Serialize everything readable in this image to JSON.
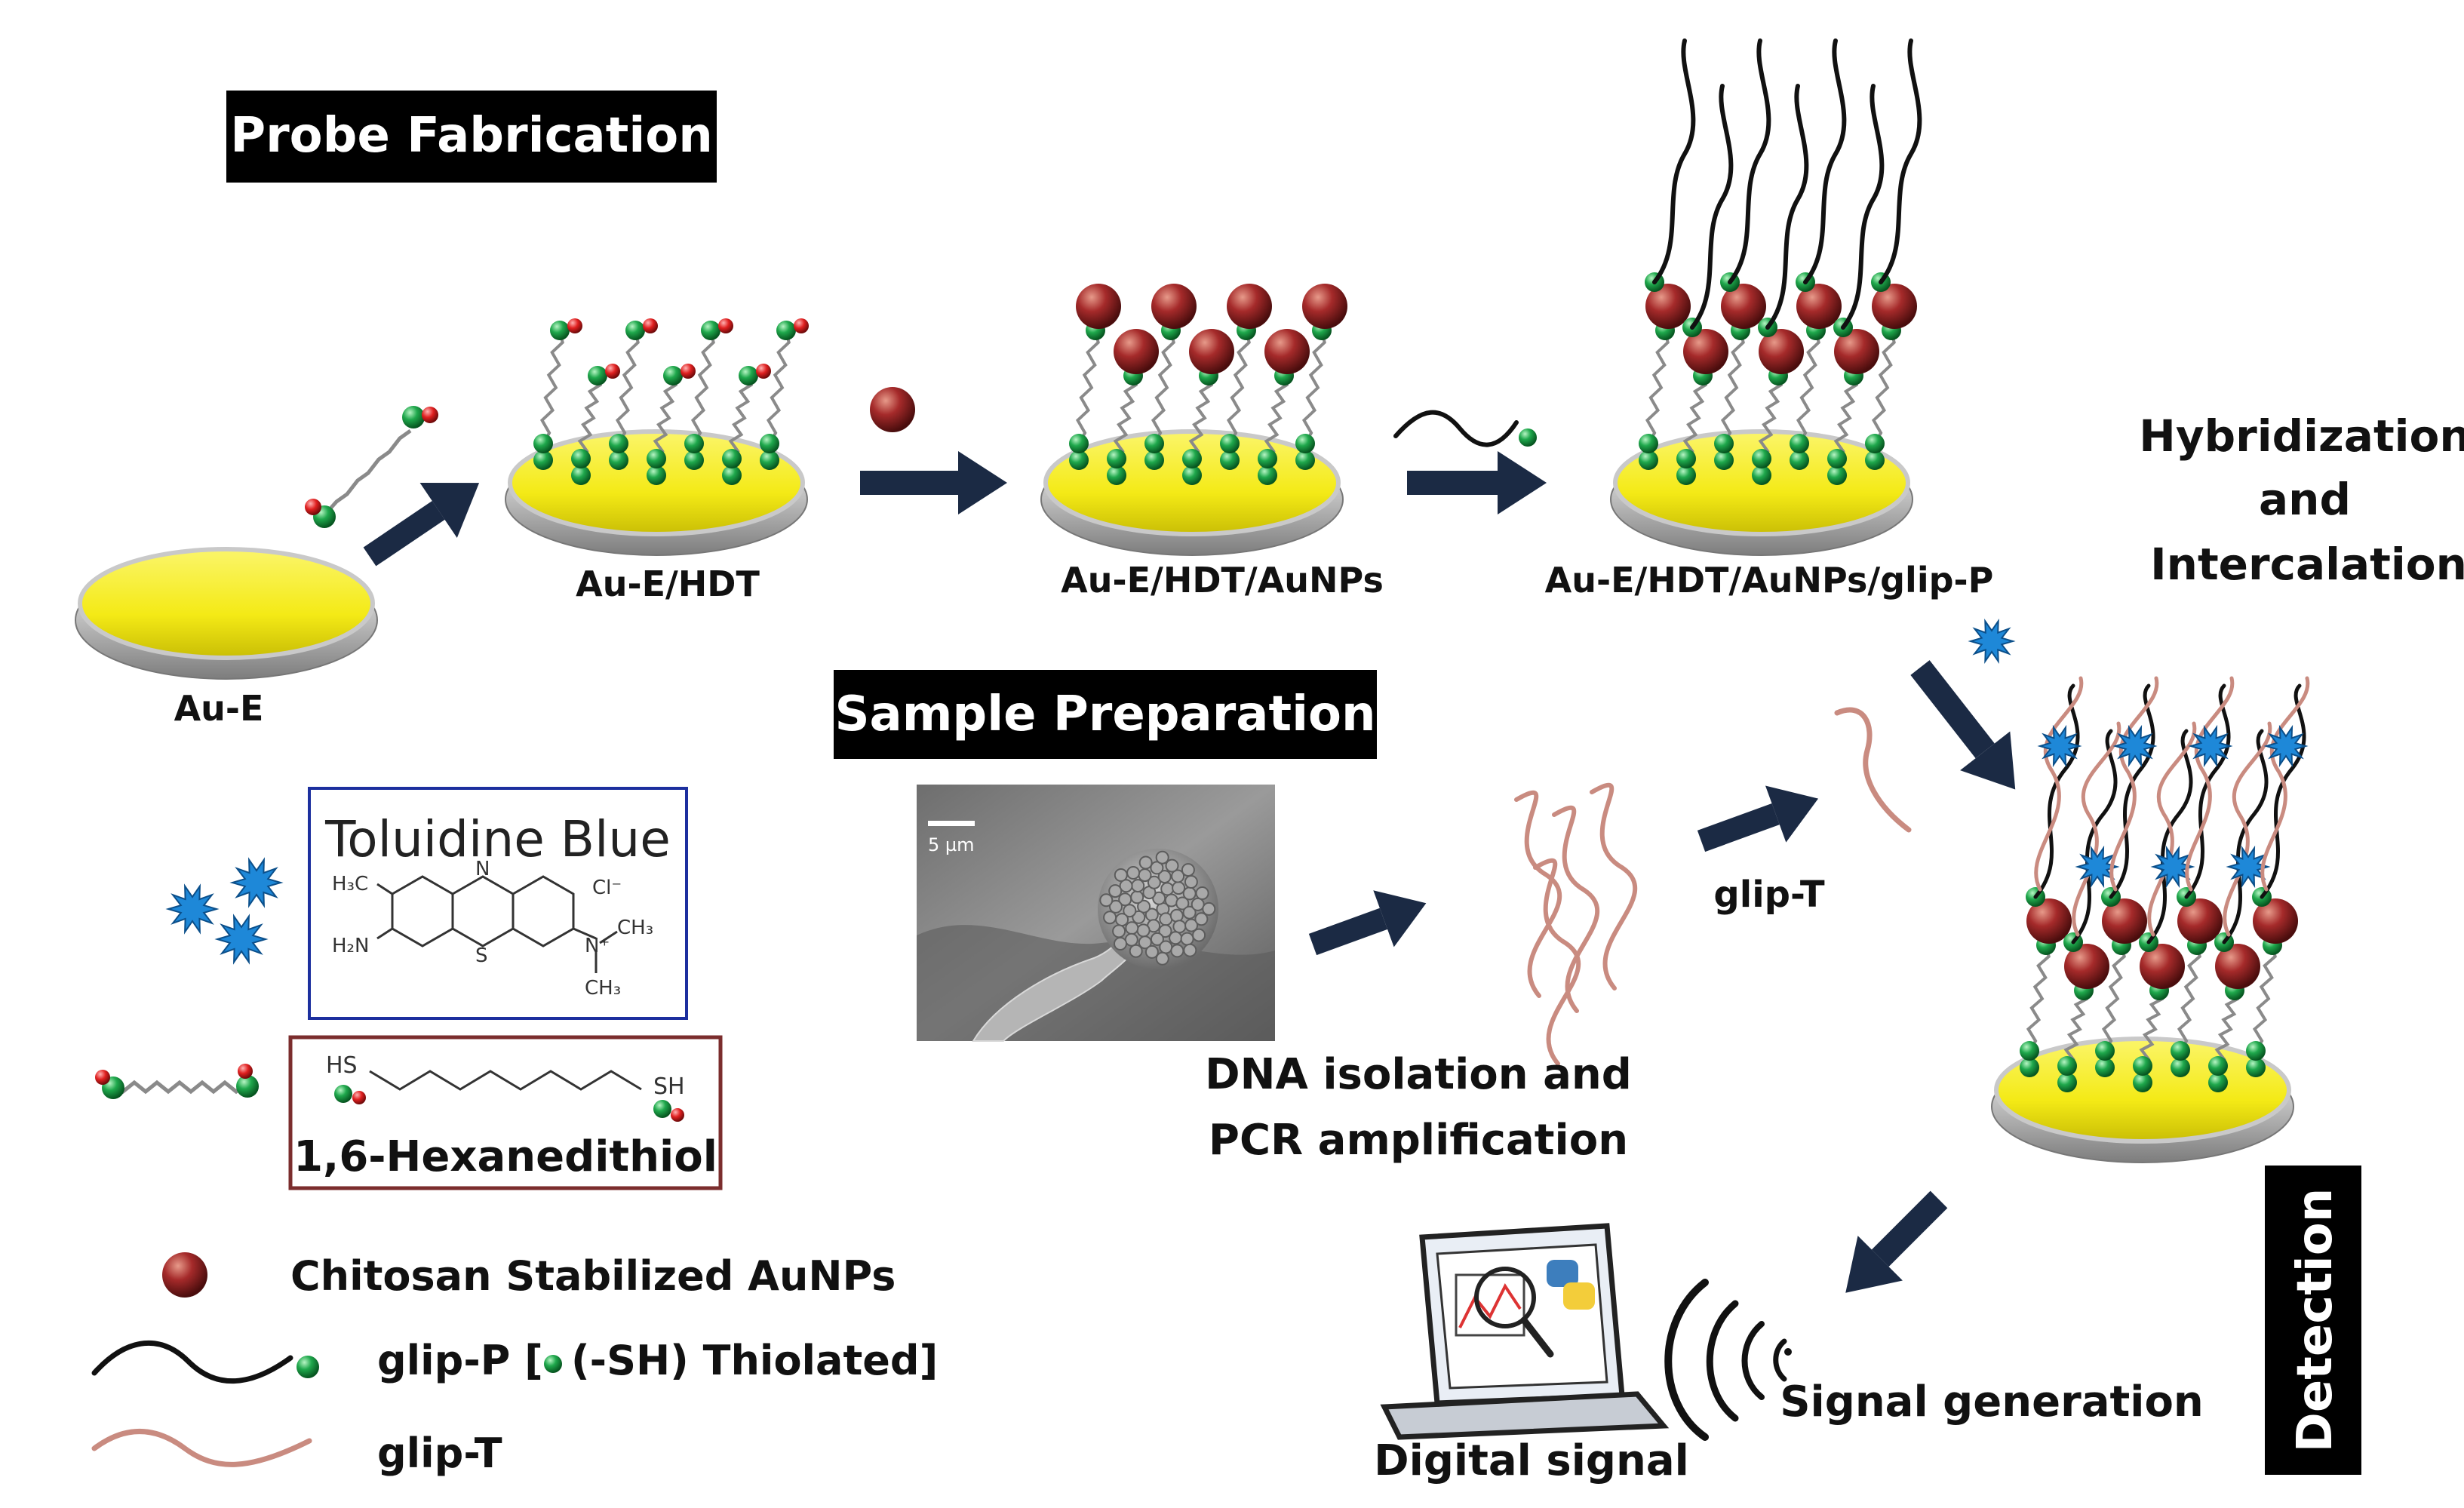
{
  "headers": {
    "probe": "Probe Fabrication",
    "sample": "Sample Preparation",
    "detection": "Detection"
  },
  "stages": {
    "aue": "Au-E",
    "hdt": "Au-E/HDT",
    "aunps": "Au-E/HDT/AuNPs",
    "glip": "Au-E/HDT/AuNPs/glip-P"
  },
  "hybridization": {
    "line1": "Hybridization",
    "line2": "and",
    "line3": "Intercalation"
  },
  "toluidine": {
    "title": "Toluidine Blue",
    "h3c": "H₃C",
    "h2n": "H₂N",
    "n": "N",
    "s": "S",
    "cl": "Cl⁻",
    "nplus": "N⁺",
    "ch3a": "CH₃",
    "ch3b": "CH₃"
  },
  "hdt": {
    "label": "1,6-Hexanedithiol",
    "hs": "HS",
    "sh": "SH"
  },
  "legend": {
    "aunp": "Chitosan Stabilized AuNPs",
    "glipp_pre": "glip-P [",
    "glipp_post": "(-SH) Thiolated]",
    "glipt": "glip-T"
  },
  "sem": {
    "scale": "5 µm"
  },
  "process": {
    "dna1": "DNA isolation and",
    "dna2": "PCR amplification",
    "glipt": "glip-T",
    "signal_gen": "Signal generation",
    "digital": "Digital signal"
  },
  "colors": {
    "gold": "#f4ea16",
    "navy": "#1b2a44",
    "np_red": "#a52a2a",
    "thiol_green": "#1fa84c",
    "thiol_red": "#e02020",
    "probe_black": "#111111",
    "target_pink": "#c98b80",
    "intercalator": "#1e88d8",
    "tb_box": "#1c2f9e",
    "hdt_box": "#7b2d2d"
  }
}
